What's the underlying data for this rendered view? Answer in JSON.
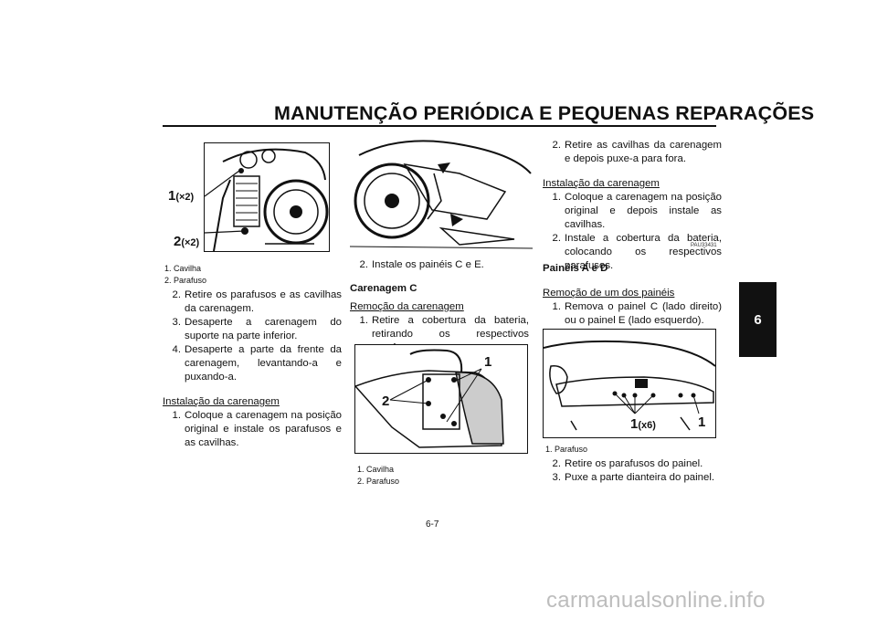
{
  "page": {
    "title": "MANUTENÇÃO PERIÓDICA E PEQUENAS REPARAÇÕES",
    "chapter_tab": "6",
    "page_number": "6-7",
    "watermark": "carmanualsonline.info",
    "code": "PAU33431"
  },
  "fig1": {
    "label1": "1",
    "label1_mult": "(×2)",
    "label2": "2",
    "label2_mult": "(×2)",
    "captions": [
      "1. Cavilha",
      "2. Parafuso"
    ]
  },
  "fig2": {},
  "fig3": {
    "label1": "1",
    "label2": "2",
    "captions": [
      "1. Cavilha",
      "2. Parafuso"
    ]
  },
  "fig4": {
    "label1": "1",
    "label1_mult": "(x6)",
    "label2": "1",
    "captions": [
      "1. Parafuso"
    ]
  },
  "col1": {
    "steps": [
      {
        "n": "2.",
        "t": "Retire os parafusos e as cavilhas da carenagem."
      },
      {
        "n": "3.",
        "t": "Desaperte a carenagem do suporte na parte inferior."
      },
      {
        "n": "4.",
        "t": "Desaperte a parte da frente da carenagem, levantando-a e puxando-a."
      }
    ],
    "install_heading": "Instalação da carenagem",
    "install_steps": [
      {
        "n": "1.",
        "t": "Coloque a carenagem na posição original e instale os parafusos e as cavilhas."
      }
    ]
  },
  "col2": {
    "step2": {
      "n": "2.",
      "t": "Instale os painéis C e E."
    },
    "heading": "Carenagem C",
    "removal_heading": "Remoção da carenagem",
    "removal_steps": [
      {
        "n": "1.",
        "t": "Retire a cobertura da bateria, retirando os respectivos parafusos."
      }
    ]
  },
  "col3": {
    "removal_steps": [
      {
        "n": "2.",
        "t": "Retire as cavilhas da carenagem e depois puxe-a para fora."
      }
    ],
    "install_heading": "Instalação da carenagem",
    "install_steps": [
      {
        "n": "1.",
        "t": "Coloque a carenagem na posição original e depois instale as cavilhas."
      },
      {
        "n": "2.",
        "t": "Instale a cobertura da bateria, colocando os respectivos parafusos."
      }
    ],
    "heading": "Painéis A e D",
    "removal_heading": "Remoção de um dos painéis",
    "panel_steps": [
      {
        "n": "1.",
        "t": "Remova o painel C (lado direito) ou o painel E (lado esquerdo)."
      }
    ],
    "after_steps": [
      {
        "n": "2.",
        "t": "Retire os parafusos do painel."
      },
      {
        "n": "3.",
        "t": "Puxe a parte dianteira do painel."
      }
    ]
  }
}
